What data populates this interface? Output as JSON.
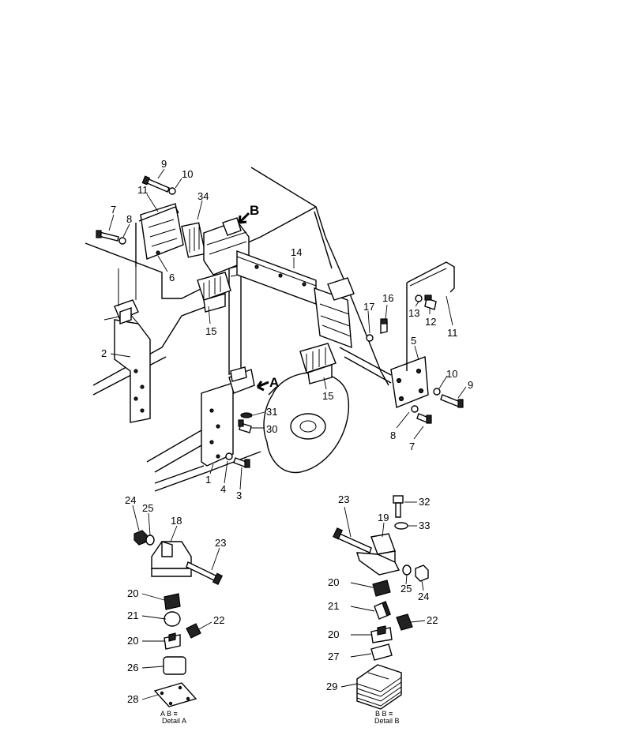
{
  "callouts": {
    "c1": "1",
    "c2": "2",
    "c3": "3",
    "c4": "4",
    "c5": "5",
    "c6": "6",
    "c7a": "7",
    "c7b": "7",
    "c8a": "8",
    "c8b": "8",
    "c9a": "9",
    "c9b": "9",
    "c10a": "10",
    "c10b": "10",
    "c11a": "11",
    "c11b": "11",
    "c12": "12",
    "c13": "13",
    "c14": "14",
    "c15a": "15",
    "c15b": "15",
    "c16": "16",
    "c17": "17",
    "c18": "18",
    "c19": "19",
    "c20a": "20",
    "c20b": "20",
    "c20c": "20",
    "c20d": "20",
    "c21a": "21",
    "c21b": "21",
    "c22a": "22",
    "c22b": "22",
    "c23a": "23",
    "c23b": "23",
    "c24a": "24",
    "c24b": "24",
    "c25a": "25",
    "c25b": "25",
    "c26": "26",
    "c27": "27",
    "c28": "28",
    "c29": "29",
    "c30": "30",
    "c31": "31",
    "c32": "32",
    "c33": "33",
    "c34": "34"
  },
  "view_markers": {
    "a": "A",
    "b": "B"
  },
  "details": {
    "a_letters": "A  B  ≡",
    "a_title": "Detail A",
    "b_letters": "B  B  ≡",
    "b_title": "Detail B"
  }
}
